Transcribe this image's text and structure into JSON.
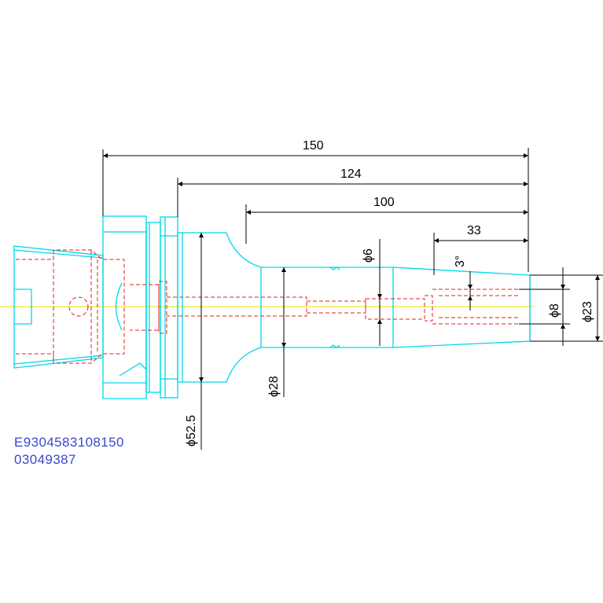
{
  "dimensions": {
    "len_150": "150",
    "len_124": "124",
    "len_100": "100",
    "len_33": "33",
    "dia_6": "ϕ6",
    "angle_3": "3°",
    "dia_8": "ϕ8",
    "dia_23": "ϕ23",
    "dia_28": "ϕ28",
    "dia_52_5": "ϕ52.5"
  },
  "part_codes": {
    "line1": "E9304583108150",
    "line2": "03049387"
  },
  "colors": {
    "outline": "#00d8e8",
    "hidden_lines": "#e02020",
    "centerline": "#e8e000",
    "dimensions": "#000000",
    "code_text": "#3a48d0"
  }
}
